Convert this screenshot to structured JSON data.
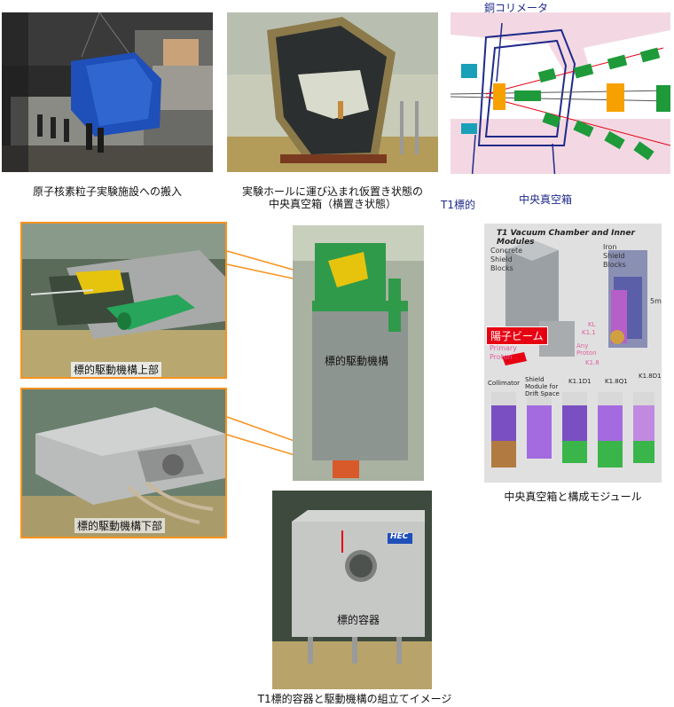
{
  "colors": {
    "accent": "#f7931e",
    "label_blue": "#1f2a8a",
    "beam_red": "#e60012"
  },
  "photos": {
    "p1": {
      "caption": "原子核素粒子実験施設への搬入"
    },
    "p2": {
      "caption_line1": "実験ホールに運び込まれ仮置き状態の",
      "caption_line2": "中央真空箱（横置き状態）"
    },
    "diagram": {
      "copper_collimator": "銅コリメータ",
      "central_vacuum_box": "中央真空箱",
      "t1_target": "T1標的"
    },
    "mech_top": {
      "label": "標的駆動機構上部"
    },
    "mech_center": {
      "label": "標的駆動機構"
    },
    "mech_bottom": {
      "label": "標的駆動機構下部"
    },
    "poster": {
      "title": "T1 Vacuum Chamber and Inner Modules",
      "concrete": "Concrete Shield Blocks",
      "iron": "Iron Shield Blocks",
      "beam_jp": "陽子ビーム",
      "primary_proton": "Primary Proton",
      "scale": "5m",
      "kl": "KL",
      "k11": "K1.1",
      "k18": "K1.8",
      "any_proton": "Any Proton",
      "modules": [
        "Collimator",
        "Shield Module for Drift Space",
        "K1.1D1",
        "K1.8Q1",
        "K1.8D1"
      ],
      "caption": "中央真空箱と構成モジュール"
    },
    "container": {
      "label": "標的容器",
      "brand": "HEC"
    },
    "bottom_caption": "T1標的容器と駆動機構の組立てイメージ"
  }
}
